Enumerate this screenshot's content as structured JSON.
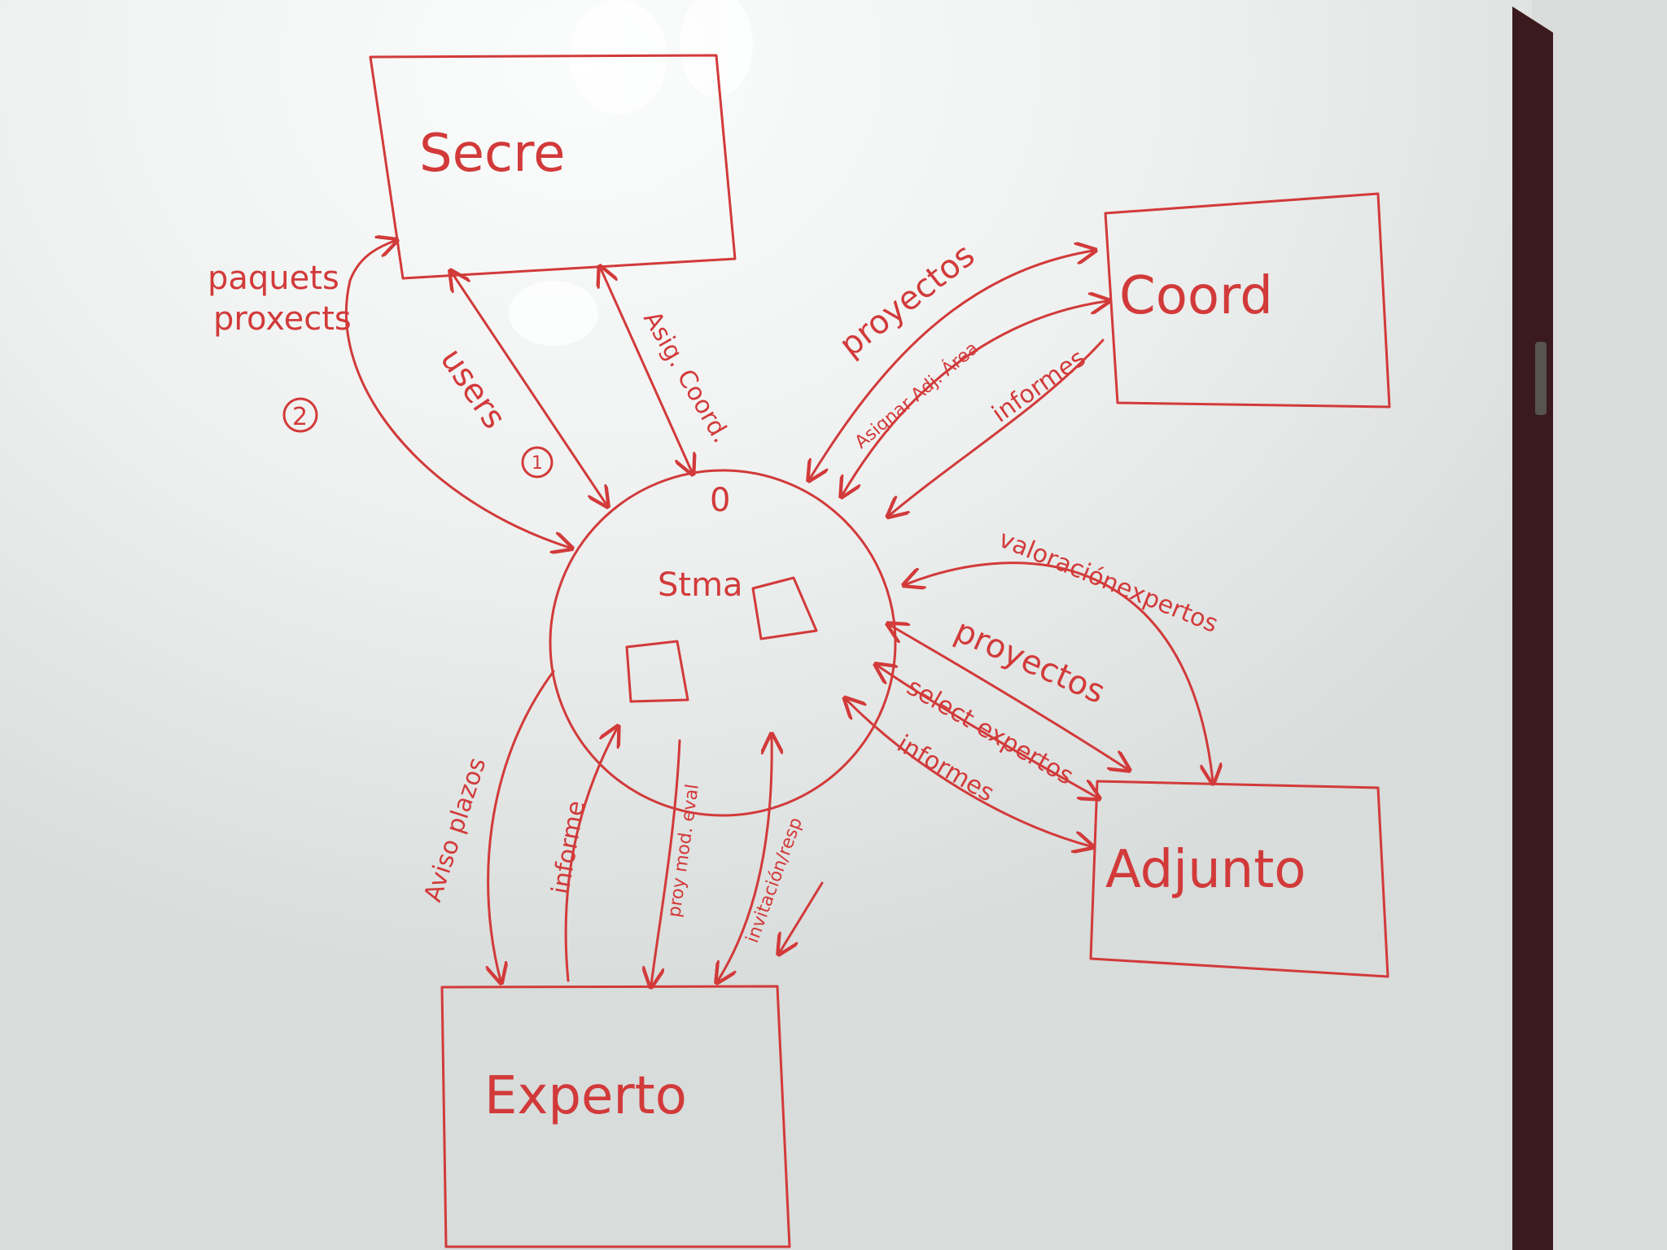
{
  "diagram": {
    "process_number": "0",
    "process_name": "Stma",
    "entities": {
      "secre": "Secre",
      "coord": "Coord",
      "adjunto": "Adjunto",
      "experto": "Experto"
    },
    "flows": {
      "paquets_line1": "paquets",
      "paquets_line2": "proxects",
      "paquets_num": "2",
      "users": "users",
      "users_num": "1",
      "asig_coord": "Asig. Coord.",
      "proyectos_coord": "proyectos",
      "asignar_adj": "Asignar Adj. Área",
      "informes_coord": "informes",
      "valoracion": "valoraciónexpertos",
      "proyectos_adj": "proyectos",
      "select_expertos": "select expertos",
      "informes_adj": "informes",
      "aviso_plazos": "Aviso plazos",
      "informe_exp": "informe",
      "proy_mod_eval": "proy mod. eval",
      "invitacion": "invitación/resp"
    }
  },
  "colors": {
    "ink": "#d23a3a",
    "board": "#e9edec",
    "frame": "#3a1a1c",
    "wall": "#d9dcdb"
  }
}
